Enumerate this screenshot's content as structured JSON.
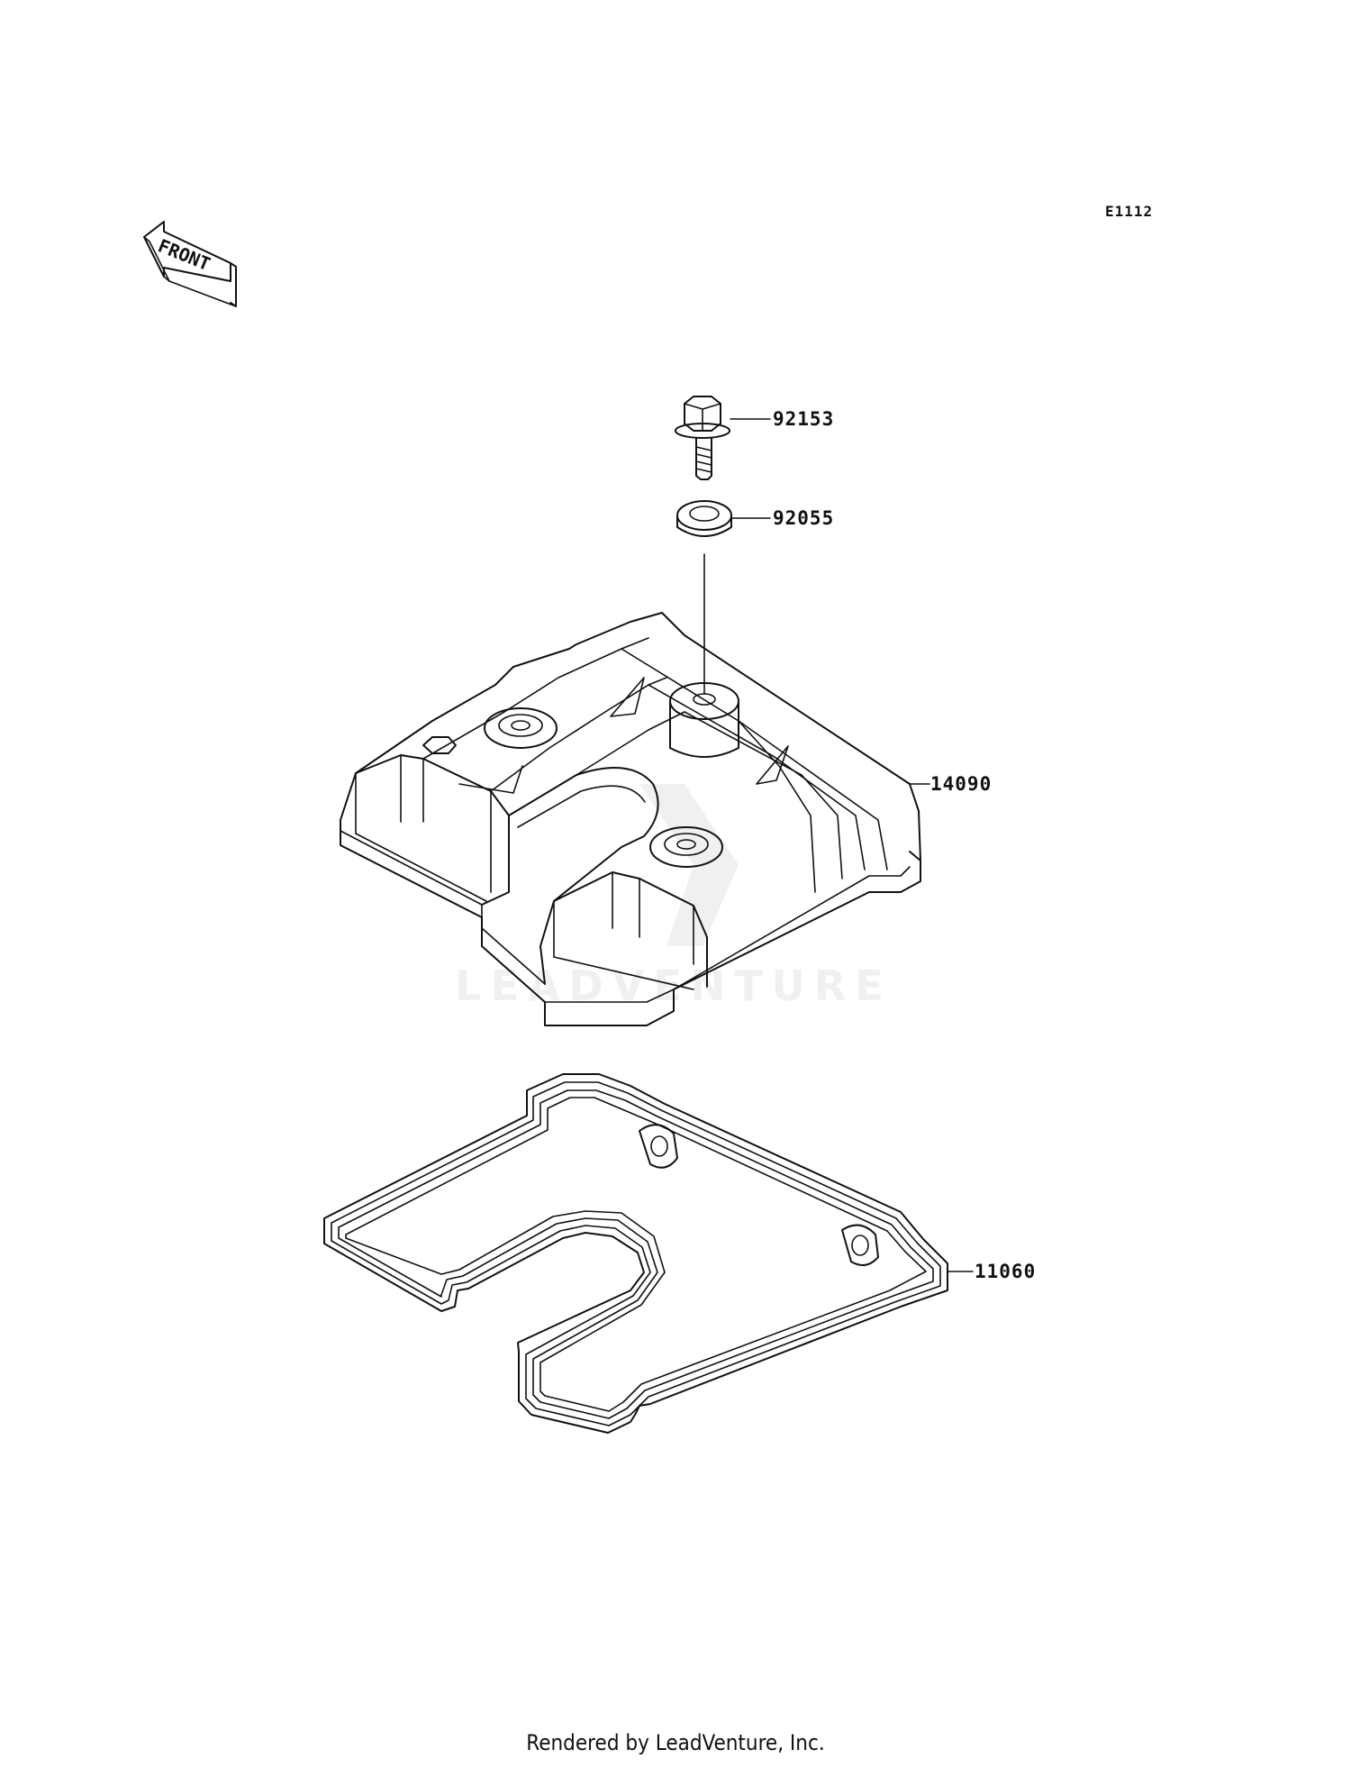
{
  "diagram_code": "E1112",
  "front_label": "FRONT",
  "parts": [
    {
      "number": "92153",
      "name": "bolt"
    },
    {
      "number": "92055",
      "name": "washer"
    },
    {
      "number": "14090",
      "name": "cylinder-head-cover"
    },
    {
      "number": "11060",
      "name": "gasket"
    }
  ],
  "watermark": "LEADVENTURE",
  "footer": "Rendered by LeadVenture, Inc."
}
